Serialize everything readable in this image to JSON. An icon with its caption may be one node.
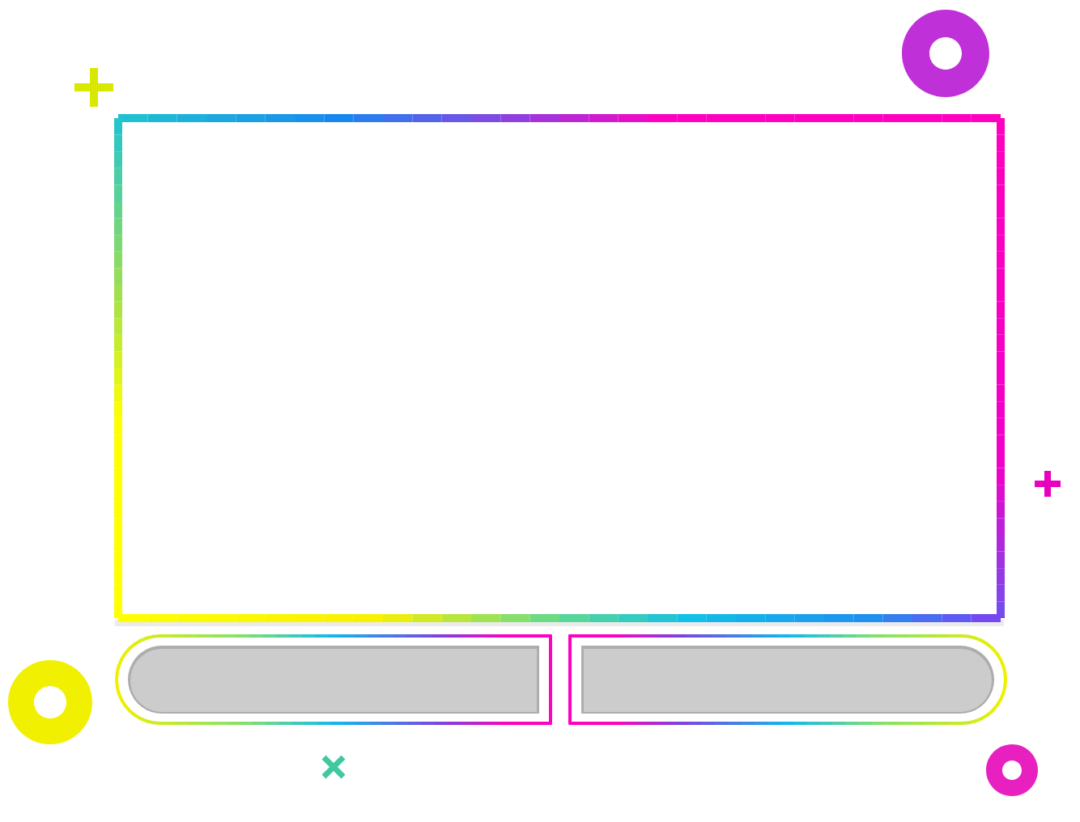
{
  "diagram": {
    "nodes": [
      {
        "text": [],
        "shape": "box"
      },
      {
        "text": [],
        "shape": "bar"
      },
      {
        "text": [],
        "shape": "bar"
      }
    ]
  }
}
